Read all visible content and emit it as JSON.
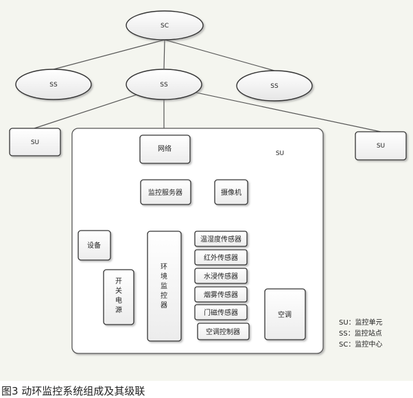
{
  "nodes": {
    "sc": "SC",
    "ss_left": "SS",
    "ss_center": "SS",
    "ss_right": "SS",
    "su_left": "SU",
    "su_right": "SU",
    "su_main": "SU",
    "network": "网络",
    "monitor_server": "监控服务器",
    "camera": "摄像机",
    "device": "设备",
    "switch_power": [
      "开",
      "关",
      "电",
      "源"
    ],
    "env_monitor": [
      "环",
      "境",
      "监",
      "控",
      "器"
    ],
    "air_conditioner": "空调"
  },
  "sensors": [
    "温湿度传感器",
    "红外传感器",
    "水浸传感器",
    "烟雾传感器",
    "门磁传感器"
  ],
  "ac_controller": "空调控制器",
  "legend": [
    "SU：监控单元",
    "SS：监控站点",
    "SC：监控中心"
  ],
  "caption": "图3 动环监控系统组成及其级联"
}
